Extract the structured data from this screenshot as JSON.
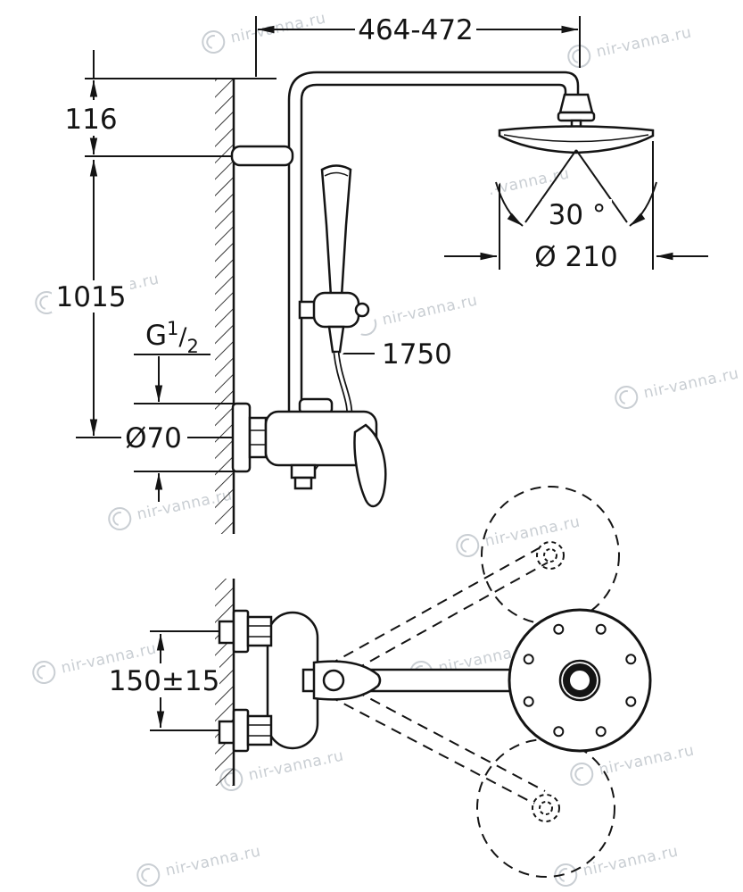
{
  "colors": {
    "ink": "#141414",
    "watermark": "#c9ced3",
    "background": "#ffffff"
  },
  "watermark": {
    "text": "nir-vanna.ru"
  },
  "labels": {
    "width_range": "464-472",
    "wall_offset": "116",
    "riser_height": "1015",
    "spray_angle": "30 °",
    "head_diameter": "Ø 210",
    "hose_length": "1750",
    "thread_letter": "G",
    "thread_numerator": "1",
    "thread_slash": "/",
    "thread_denominator": "2",
    "escutcheon_diameter": "Ø70",
    "supply_spacing": "150±15"
  }
}
